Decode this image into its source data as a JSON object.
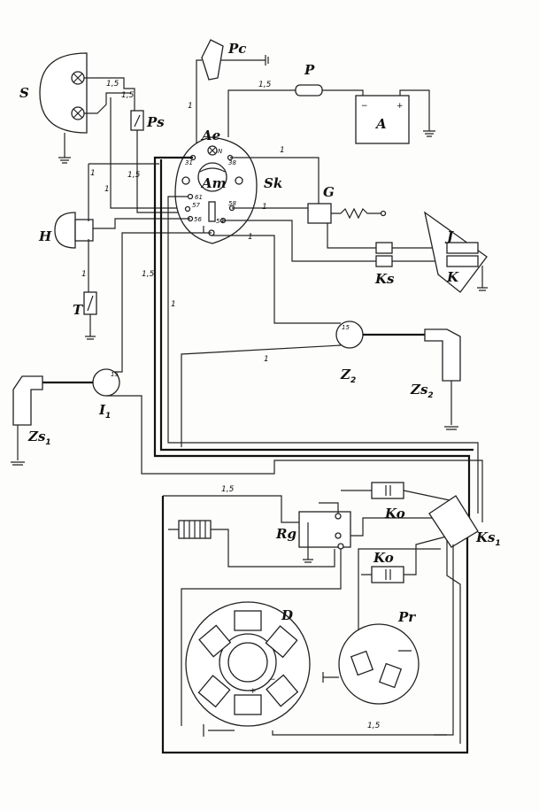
{
  "components": {
    "S": "S",
    "Ps": "Ps",
    "Pc": "Pc",
    "P": "P",
    "A": "A",
    "Ae": "Ae",
    "Sk": "Sk",
    "Am": "Am",
    "G": "G",
    "J": "J",
    "K": "K",
    "Ks": "Ks",
    "H": "H",
    "T": "T",
    "I1": "I",
    "Z2": "Z",
    "Zs2": "Zs",
    "Zs1": "Zs",
    "Rg": "Rg",
    "Ko": "Ko",
    "Ks1": "Ks",
    "D": "D",
    "Pr": "Pr"
  },
  "subscripts": {
    "one": "1",
    "two": "2"
  },
  "battery_signs": {
    "minus": "−",
    "plus": "+"
  },
  "wire_gauges": {
    "thick": "1,5",
    "thin": "1"
  },
  "terminals": {
    "t31": "31",
    "t38": "38",
    "t61": "61",
    "t57": "57",
    "t56": "56",
    "t58": "58",
    "t54": "54",
    "tN": "N",
    "t15": "15"
  }
}
